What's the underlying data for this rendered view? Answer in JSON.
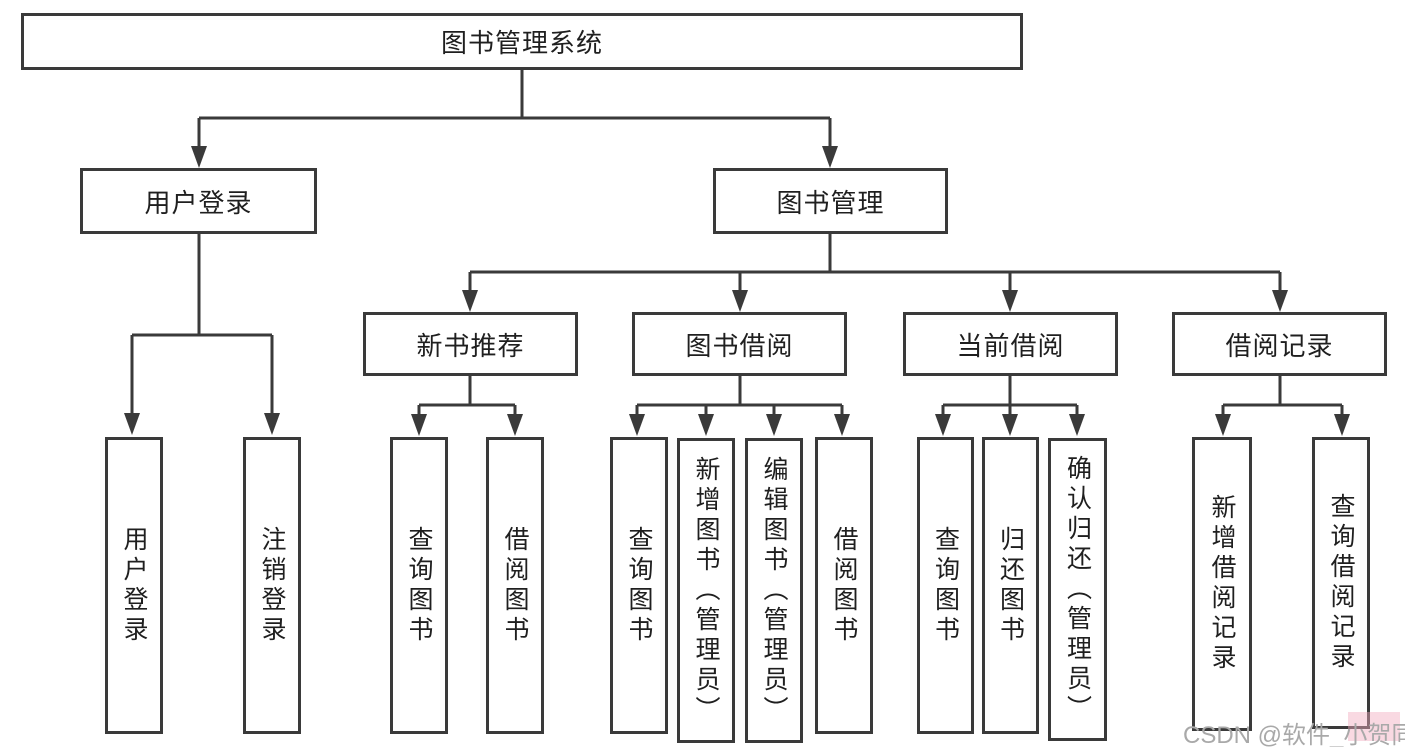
{
  "diagram": {
    "root": "图书管理系统",
    "user_login": {
      "label": "用户登录",
      "children": [
        "用户登录",
        "注销登录"
      ]
    },
    "book_mgmt": {
      "label": "图书管理",
      "sections": {
        "new_book": {
          "label": "新书推荐",
          "children": [
            "查询图书",
            "借阅图书"
          ]
        },
        "borrow": {
          "label": "图书借阅",
          "children": [
            "查询图书",
            "新增图书（管理员）",
            "编辑图书（管理员）",
            "借阅图书"
          ]
        },
        "current": {
          "label": "当前借阅",
          "children": [
            "查询图书",
            "归还图书",
            "确认归还（管理员）"
          ]
        },
        "records": {
          "label": "借阅记录",
          "children": [
            "新增借阅记录",
            "查询借阅记录"
          ]
        }
      }
    }
  },
  "watermark": {
    "text": "CSDN @软件_小贺同学",
    "color": "#a9a9a9",
    "accent_color": "#f2aabe"
  },
  "colors": {
    "line": "#3a3a3a",
    "box_border": "#3a3a3a",
    "box_fill": "#ffffff",
    "text": "#1f1f1f",
    "background": "#ffffff"
  }
}
